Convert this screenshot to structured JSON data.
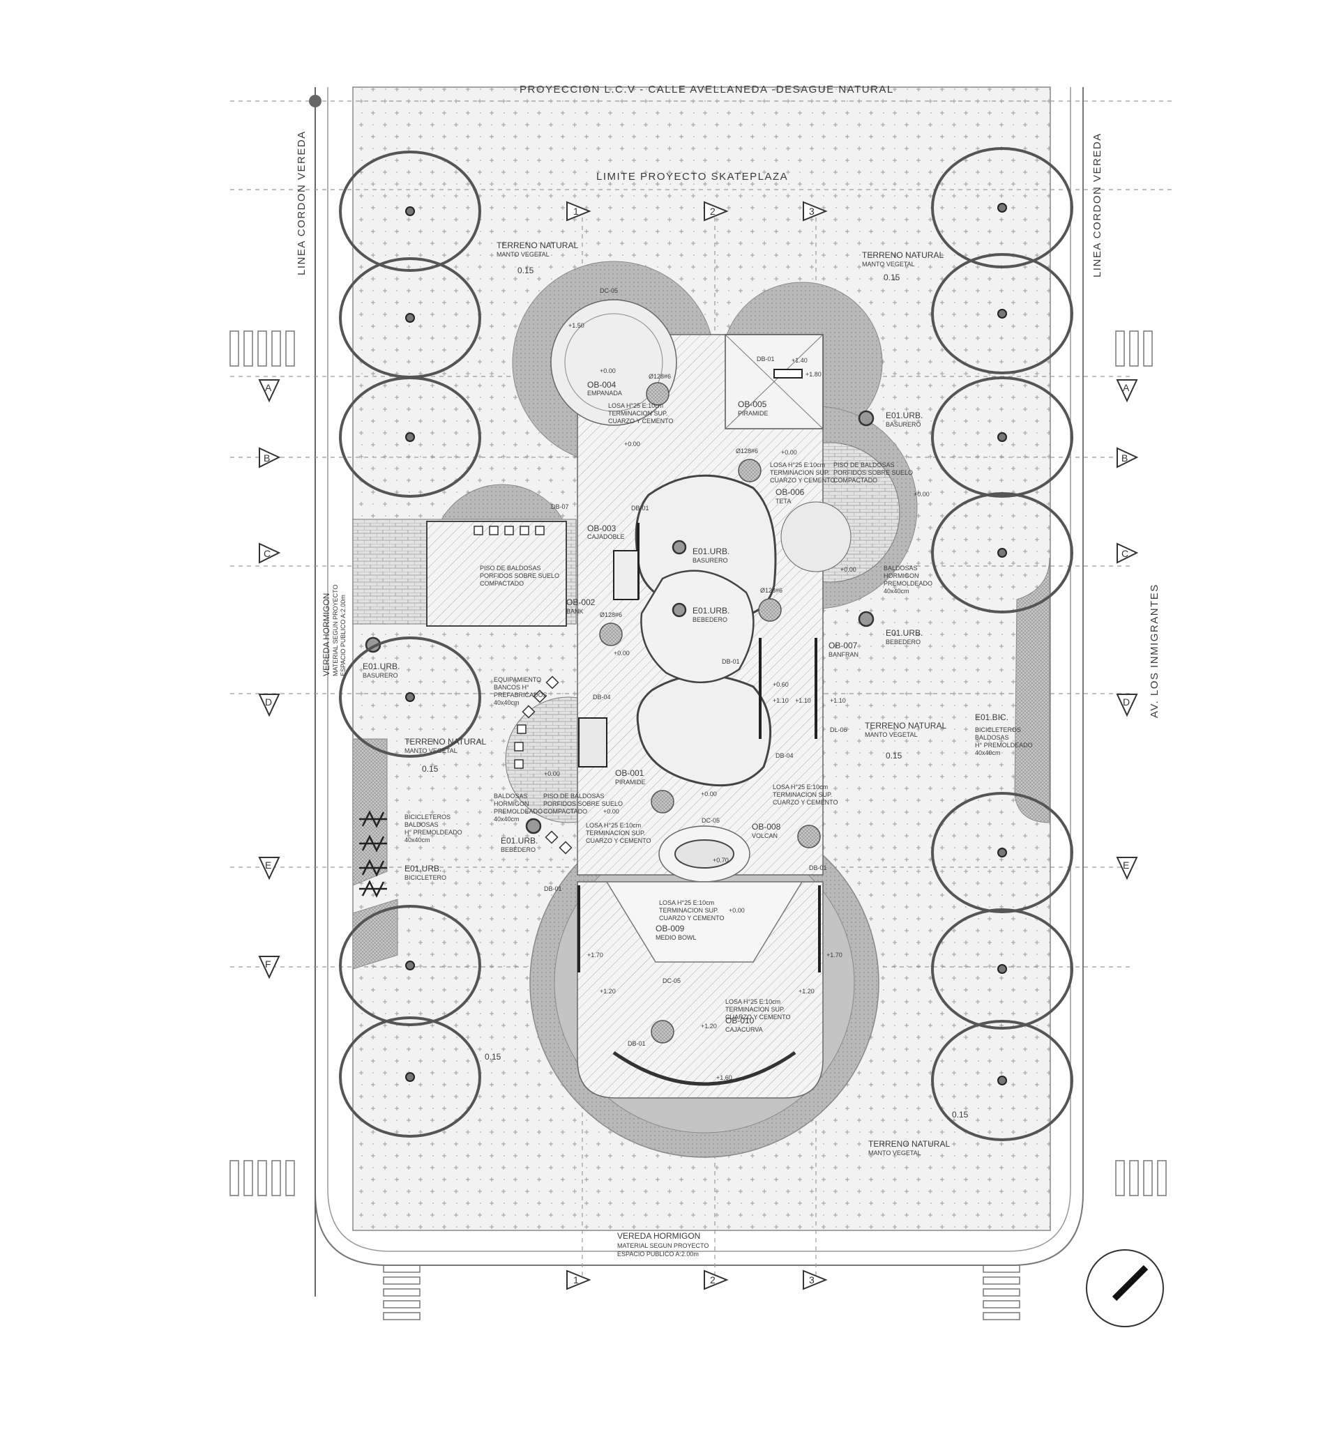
{
  "titles": {
    "top_projection": "PROYECCION L.C.V - CALLE AVELLANEDA -DESAGUE NATURAL",
    "limit": "LIMITE PROYECTO SKATEPLAZA",
    "linea_left": "LINEA CORDON VEREDA",
    "linea_right": "LINEA CORDON VEREDA",
    "avenue": "AV. LOS INMIGRANTES"
  },
  "axes": {
    "numbers": [
      "1",
      "2",
      "3"
    ],
    "letters": [
      "A",
      "B",
      "C",
      "D",
      "E",
      "F"
    ]
  },
  "labels": {
    "terreno": "TERRENO NATURAL",
    "manto": "MANTO VEGETAL",
    "level_015": "0.15",
    "vereda_bottom_1": "VEREDA HORMIGON",
    "vereda_bottom_2": "MATERIAL SEGUN PROYECTO",
    "vereda_bottom_3": "ESPACIO PUBLICO A:2.00m",
    "vereda_left_1": "VEREDA HORMIGON",
    "vereda_left_2": "MATERIAL SEGUN PROYECTO",
    "vereda_left_3": "ESPACIO PUBLICO A:2.00m",
    "losa_1": "LOSA H°25 E:10cm",
    "losa_2": "TERMINACION SUP.",
    "losa_3": "CUARZO Y CEMENTO",
    "piso_1": "PISO DE BALDOSAS",
    "piso_2": "PORFIDOS SOBRE SUELO",
    "piso_3": "COMPACTADO",
    "baldosas_1": "BALDOSAS",
    "baldosas_2": "HORMIGON",
    "baldosas_3": "PREMOLDEADO",
    "baldosas_4": "40x40cm",
    "equip_1": "EQUIPAMIENTO",
    "equip_2": "BANCOS H°",
    "equip_3": "PREFABRICADOS",
    "equip_4": "40x40cm",
    "bici_1": "BICICLETEROS",
    "bici_2": "BALDOSAS",
    "bici_3": "H° PREMOLDEADO",
    "bici_4": "40x40cm",
    "e01_urb": "E01.URB.",
    "e01_bic": "E01.BIC.",
    "basurero": "BASURERO",
    "bebedero": "BEBEDERO",
    "bicicletero": "BICICLETERO",
    "ob004": "OB-004",
    "empanada": "EMPANADA",
    "ob005": "OB-005",
    "piramide": "PIRAMIDE",
    "ob006": "OB-006",
    "teta": "TETA",
    "ob003": "OB-003",
    "cajadoble": "CAJADOBLE",
    "ob002": "OB-002",
    "bank": "BANK",
    "ob007": "OB-007",
    "banfran": "BANFRAN",
    "ob001": "OB-001",
    "ob008": "OB-008",
    "volcan": "VOLCAN",
    "ob009": "OB-009",
    "medio_bowl": "MEDIO BOWL",
    "ob010": "OB-010",
    "cajacurva": "CAJACURVA",
    "dc05": "DC-05",
    "db01": "DB-01",
    "db07": "DB-07",
    "db04": "DB-04",
    "dl06": "DL-06",
    "d128": "Ø128#6",
    "lv_000": "+0.00",
    "lv_070": "+0.70",
    "lv_120": "+1.20",
    "lv_170": "+1.70",
    "lv_140": "+1.40",
    "lv_180": "+1.80",
    "lv_160": "+1.60",
    "lv_150": "+1.50",
    "lv_110": "+1.10",
    "lv_060": "+0.60"
  },
  "colors": {
    "paper": "#ffffff",
    "ink": "#333333",
    "tree": "#555555",
    "grey_fill": "#b8b8b8"
  },
  "icons": {
    "north": "north-arrow-icon",
    "trees": "tree-canopy-icon",
    "axis_marker": "axis-triangle-icon"
  }
}
